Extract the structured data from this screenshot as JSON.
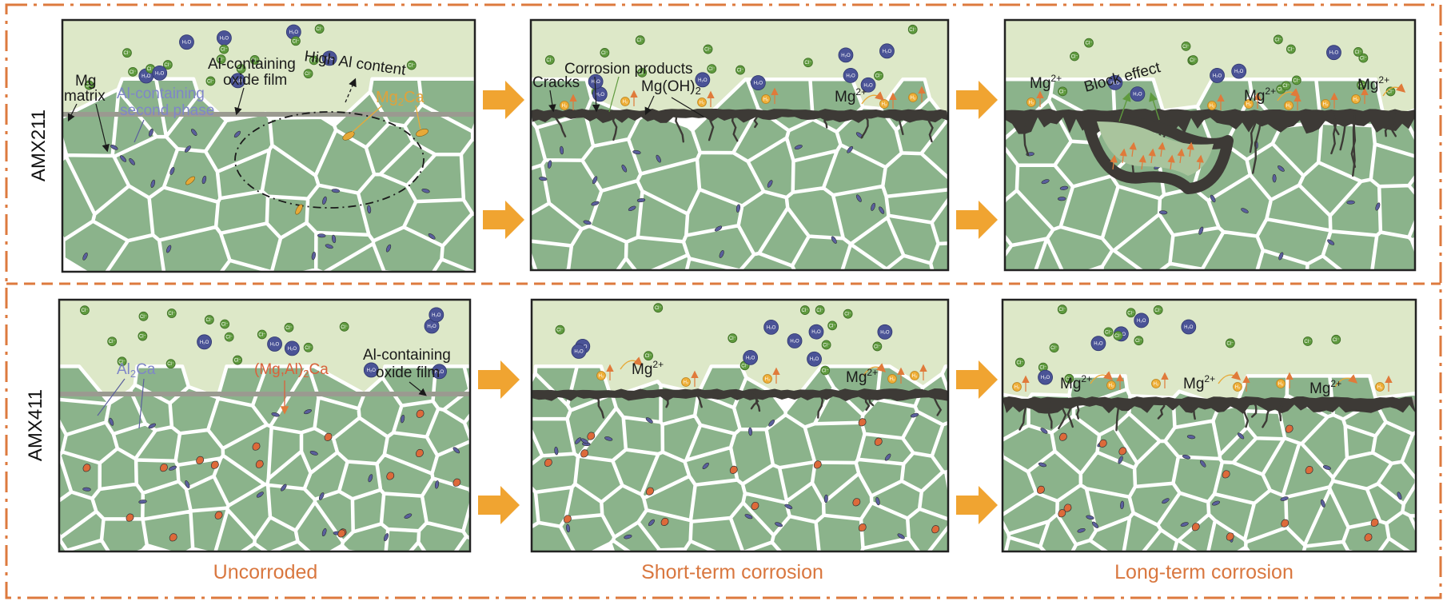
{
  "rows": [
    {
      "label": "AMX211",
      "uncorroded": {
        "mg_matrix": "Mg matrix",
        "mg_matrix_line1": "Mg",
        "mg_matrix_line2": "matrix",
        "second_phase_line1": "Al-containing",
        "second_phase_line2": "second phase",
        "oxide_line1": "Al-containing",
        "oxide_line2": "oxide film",
        "high_al": "High Al content",
        "mg2ca": "Mg",
        "mg2ca_sub": "2",
        "mg2ca_tail": "Ca"
      },
      "short_term": {
        "cracks": "Cracks",
        "corrosion_products": "Corrosion products",
        "mgoh2": "Mg(OH)",
        "mgoh2_sub": "2",
        "mg_ion": "Mg",
        "mg_ion_sup": "2+"
      },
      "long_term": {
        "block_effect": "Block effect",
        "mg_ion": "Mg",
        "mg_ion_sup": "2+"
      }
    },
    {
      "label": "AMX411",
      "uncorroded": {
        "al2ca": "Al",
        "al2ca_sub": "2",
        "al2ca_tail": "Ca",
        "mgal2ca_head": "(Mg,Al)",
        "mgal2ca_sub": "2",
        "mgal2ca_tail": "Ca",
        "oxide_line1": "Al-containing",
        "oxide_line2": "oxide film"
      },
      "short_term": {
        "mg_ion": "Mg",
        "mg_ion_sup": "2+"
      },
      "long_term": {
        "mg_ion": "Mg",
        "mg_ion_sup": "2+"
      }
    }
  ],
  "stages": [
    "Uncorroded",
    "Short-term corrosion",
    "Long-term corrosion"
  ],
  "molecules": {
    "water": "H₂O",
    "chloride": "Cl⁻",
    "hydrogen": "H₂"
  },
  "colors": {
    "solution": "#dde8c8",
    "matrix": "#8bb38b",
    "grain_boundary": "#ffffff",
    "oxide_film": "#9a9a90",
    "corrosion_product": "#3d3a36",
    "water_molecule": "#4a5396",
    "chloride_ion": "#5f9a3e",
    "hydrogen": "#eeae36",
    "second_phase": "#5a5f9c",
    "mg2ca": "#e7a938",
    "mgal2ca": "#dd6a3a",
    "arrow": "#f0a431",
    "dashed_border": "#dd7a3e"
  }
}
